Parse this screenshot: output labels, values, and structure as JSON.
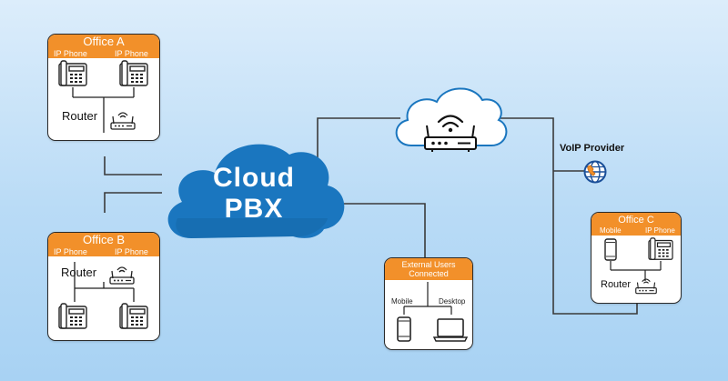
{
  "cloud": {
    "line1": "Cloud",
    "line2": "PBX"
  },
  "office_a": {
    "title": "Office A",
    "phone_left": "IP Phone",
    "phone_right": "IP Phone",
    "router": "Router"
  },
  "office_b": {
    "title": "Office B",
    "phone_left": "IP Phone",
    "phone_right": "IP Phone",
    "router": "Router"
  },
  "office_c": {
    "title": "Office C",
    "device_left": "Mobile",
    "device_right": "IP Phone",
    "router": "Router"
  },
  "external": {
    "title_line1": "External Users",
    "title_line2": "Connected",
    "device_left": "Mobile",
    "device_right": "Desktop"
  },
  "voip": {
    "label": "VoIP Provider"
  },
  "colors": {
    "orange": "#f2902a",
    "cloud_blue": "#1a76bf",
    "line": "#3a3a3a"
  },
  "icons": [
    "ip-phone-icon",
    "router-icon",
    "wifi-router-icon",
    "phone-globe-icon",
    "mobile-icon",
    "desktop-icon",
    "cloud-icon"
  ]
}
